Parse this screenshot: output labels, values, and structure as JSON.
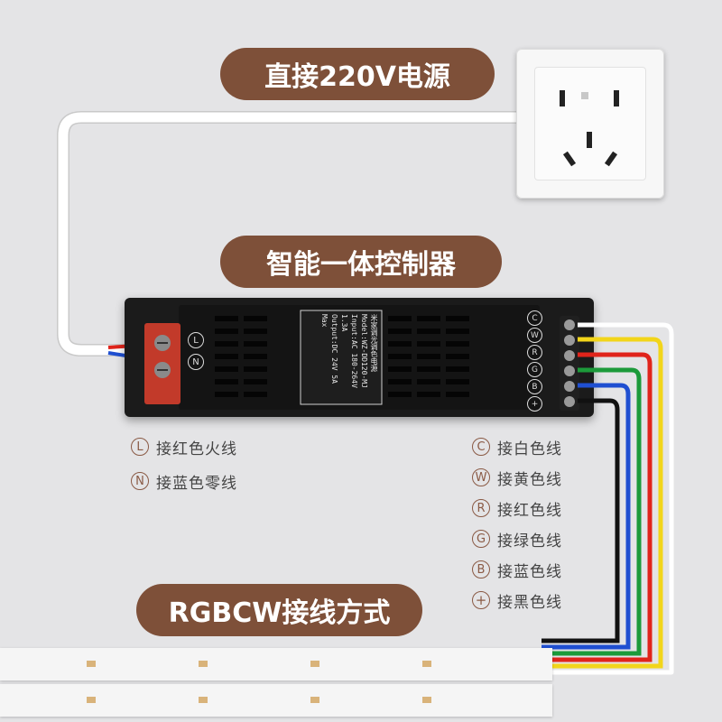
{
  "title_power": "直接220V电源",
  "title_controller": "智能一体控制器",
  "title_wiring": "RGBCW接线方式",
  "device_label": {
    "line1": "米家调光调色电源",
    "line2": "Model:WZ-DD120-MJ",
    "line3": "Input:AC 180-264V 1.3A",
    "line4": "Output:DC 24V 5A Max"
  },
  "left_terminals": [
    {
      "symbol": "L",
      "text": "接红色火线"
    },
    {
      "symbol": "N",
      "text": "接蓝色零线"
    }
  ],
  "right_terminals": [
    {
      "symbol": "C",
      "text": "接白色线"
    },
    {
      "symbol": "W",
      "text": "接黄色线"
    },
    {
      "symbol": "R",
      "text": "接红色线"
    },
    {
      "symbol": "G",
      "text": "接绿色线"
    },
    {
      "symbol": "B",
      "text": "接蓝色线"
    },
    {
      "symbol": "+",
      "text": "接黑色线"
    }
  ],
  "colors": {
    "accent": "#7e5039",
    "wire_white": "#ffffff",
    "wire_yellow": "#f2d51a",
    "wire_red": "#e0241b",
    "wire_green": "#1c9a3a",
    "wire_blue": "#1f4fd1",
    "wire_black": "#111111"
  }
}
